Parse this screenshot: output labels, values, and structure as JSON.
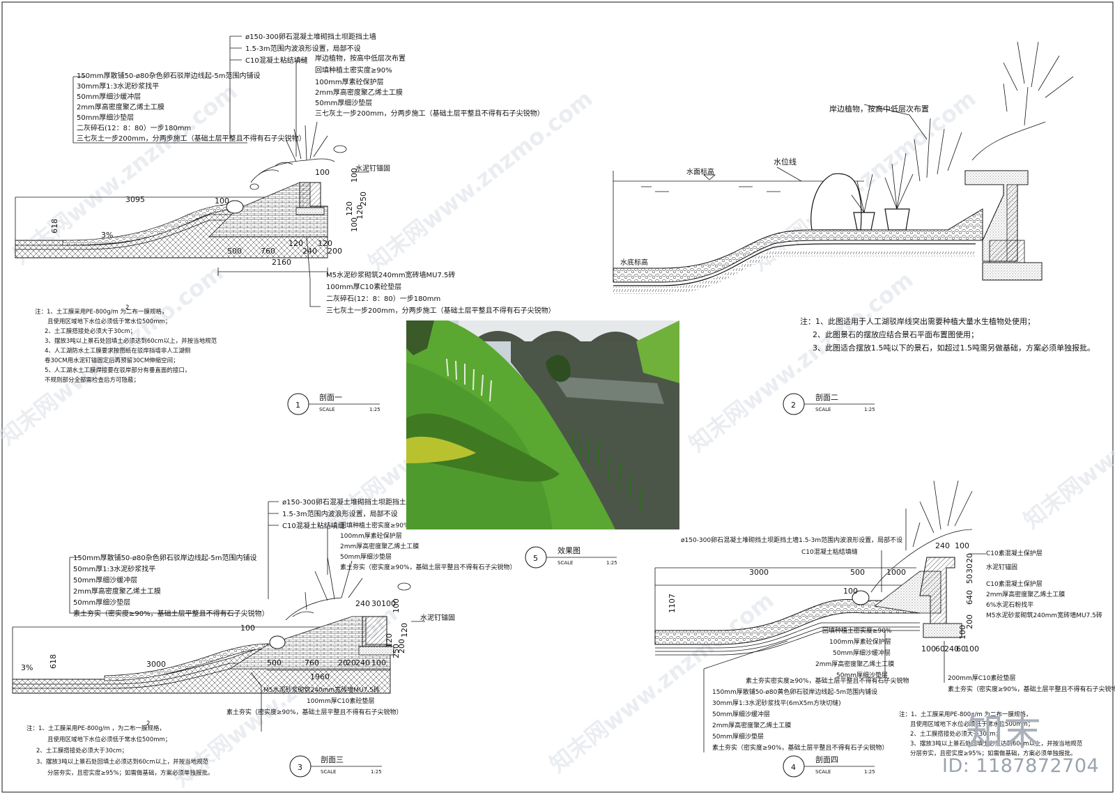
{
  "section1": {
    "title": "剖面一",
    "scale_label": "SCALE",
    "scale": "1:25",
    "number": "1",
    "top_labels": [
      "ø150-300卵石混凝土堆砌挡土坝距挡土墙",
      "1.5-3m范围内波浪形设置，局部不设",
      "C10混凝土粘结填缝"
    ],
    "left_labels": [
      "150mm厚散铺50-ø80杂色卵石驳岸边线起-5m范围内铺设",
      "30mm厚1:3水泥砂浆找平",
      "50mm厚细沙缓冲层",
      "2mm厚高密度聚乙烯土工膜",
      "50mm厚细沙垫层",
      "二灰碎石(12：8：80）一步180mm",
      "三七灰土一步200mm，分两步施工（基础土层平整且不得有石子尖锐物）"
    ],
    "right_labels": [
      "岸边植物，按高中低层次布置",
      "回填种植土密实度≥90%",
      "100mm厚素砼保护层",
      "2mm厚高密度聚乙烯土工膜",
      "50mm厚细沙垫层",
      "三七灰土一步200mm，分两步施工（基础土层平整且不得有石子尖锐物）"
    ],
    "nail_label": "水泥钉锚固",
    "dims": [
      "3095",
      "100",
      "100",
      "618",
      "3%",
      "500",
      "760",
      "120",
      "240",
      "120",
      "200",
      "2160",
      "100",
      "100",
      "250",
      "120",
      "120"
    ],
    "bottom_labels": [
      "M5水泥砂浆砌筑240mm宽砖墙MU7.5砖",
      "100mm厚C10素砼垫层",
      "二灰碎石(12：8：80）一步180mm",
      "三七灰土一步200mm，分两步施工（基础土层平整且不得有石子尖锐物）"
    ],
    "notes": [
      "注：1、土工膜采用PE-800g/m  为二布一膜规格，",
      "且使用区域地下水位必须低于常水位500mm；",
      "2、土工膜搭接处必须大于30cm；",
      "3、摆放3吨以上景石处回填土必须达到60cm以上，并按当地规范",
      "4、人工湖防水土工膜要求按图纸在驳岸挡墙非人工湖侧",
      "卷30CM用水泥钉锚固定后再预留30CM伸缩空间；",
      "5、人工湖水土工膜焊接要在驳岸部分有垂直面的接口，",
      "不规则部分全部需检查后方可隐蔽；"
    ],
    "note_superscript": "2"
  },
  "section2": {
    "title": "剖面二",
    "scale_label": "SCALE",
    "scale": "1:25",
    "number": "2",
    "labels": {
      "plants": "岸边植物，按高中低层次布置",
      "waterline": "水位线",
      "water_level": "水面标高",
      "bottom_level": "水底标高"
    },
    "notes": [
      "注：1、此图适用于人工湖驳岸线突出需要种植大量水生植物处使用；",
      "2、此图景石的摆放应结合景石平面布置图使用；",
      "3、此图适合摆放1.5吨以下的景石，如超过1.5吨需另做基础，方案必须单独报批。"
    ]
  },
  "section3": {
    "title": "剖面三",
    "scale_label": "SCALE",
    "scale": "1:25",
    "number": "3",
    "top_labels": [
      "ø150-300卵石混凝土堆砌挡土坝距挡土墙",
      "1.5-3m范围内波浪形设置，局部不设",
      "C10混凝土粘结填缝"
    ],
    "left_labels": [
      "150mm厚散铺50-ø80杂色卵石驳岸边线起-5m范围内铺设",
      "50mm厚1:3水泥砂浆找平",
      "50mm厚细沙缓冲层",
      "2mm厚高密度聚乙烯土工膜",
      "50mm厚细沙垫层",
      "素土夯实（密实度≥90%，基础土层平整且不得有石子尖锐物）"
    ],
    "right_labels": [
      "回填种植土密实度≥90%",
      "100mm厚素砼保护层",
      "2mm厚高密度聚乙烯土工膜",
      "50mm厚细沙垫层",
      "素土夯实（密实度≥90%，基础土层平整且不得有石子尖锐物）"
    ],
    "nail_label": "水泥钉锚固",
    "dims": [
      "100",
      "3000",
      "618",
      "3%",
      "500",
      "760",
      "1960",
      "20",
      "20",
      "240",
      "100",
      "240",
      "30",
      "100",
      "100",
      "250",
      "120",
      "120",
      "200"
    ],
    "bottom_labels": [
      "M5水泥砂浆砌筑240mm宽砖墙MU7.5砖",
      "100mm厚C10素砼垫层",
      "素土夯实（密实度≥90%，基础土层平整且不得有石子尖锐物）"
    ],
    "notes": [
      "注：1、土工膜采用PE-800g/m  ，为二布一膜规格，",
      "且使用区域地下水位必须低于常水位500mm；",
      "2、土工膜搭接处必须大于30cm；",
      "3、摆放3吨以上景石处回填土必须达到60cm以上，并按当地规范",
      "分层夯实，且密实度≥95%；如需做基础，方案必须单独报批。"
    ],
    "note_superscript": "2"
  },
  "section4": {
    "title": "剖面四",
    "scale_label": "SCALE",
    "scale": "1:25",
    "number": "4",
    "top_labels": [
      "ø150-300卵石混凝土堆砌挡土坝距挡土墙1.5-3m范围内波浪形设置，局部不设",
      "C10混凝土粘结填缝"
    ],
    "right_labels": [
      "C10素混凝土保护层",
      "水泥钉锚固",
      "C10素混凝土保护层",
      "2mm厚高密度聚乙烯土工膜",
      "6%水泥石粉找平",
      "M5水泥砂浆砌筑240mm宽砖墙MU7.5砖",
      "200mm厚C10素砼垫层",
      "素土夯实（密实度≥90%，基础土层平整且不得有石子尖锐物）"
    ],
    "center_labels": [
      "回填种植土密实度≥90%",
      "100mm厚素砼保护层",
      "50mm厚细沙缓冲层",
      "2mm厚高密度聚乙烯土工膜",
      "50mm厚细沙垫层",
      "素土夯实密实度≥90%，基础土层平整且不得有石子尖锐物"
    ],
    "left_labels": [
      "150mm厚散铺50-ø80黄色卵石驳岸边线起-5m范围内铺设",
      "30mm厚1:3水泥砂浆找平(6mX5m方块切缝)",
      "50mm厚细沙缓冲层",
      "2mm厚高密度聚乙烯土工膜",
      "50mm厚细沙垫层",
      "素土夯实（密实度≥90%，基础土层平整且不得有石子尖锐物）"
    ],
    "dims": [
      "3000",
      "500",
      "1000",
      "1107",
      "100",
      "240",
      "100",
      "20",
      "30",
      "50",
      "640",
      "200",
      "100",
      "100",
      "60",
      "240",
      "60",
      "100"
    ],
    "notes": [
      "注：1、土工膜采用PE-800g/m  为二布一膜规格，",
      "且使用区域地下水位必须低于常水位500mm；",
      "2、土工膜搭接处必须大于30cm；",
      "3、摆放3吨以上景石处回填土必须达到60cm以上，并按当地规范",
      "分层夯实，且密实度≥95%；如需做基础，方案必须单独报批。"
    ]
  },
  "section5": {
    "title": "效果图",
    "scale_label": "SCALE",
    "scale": "1:25",
    "number": "5"
  },
  "watermarks": [
    "知末网www.znzmo.com"
  ],
  "badge": {
    "brand": "知末",
    "id": "ID: 1187872704"
  },
  "colors": {
    "line": "#111111",
    "grass": "#5aa832",
    "water": "#3f4a3a",
    "sky": "#c9d3d8",
    "watermark": "#d9dfe6"
  }
}
